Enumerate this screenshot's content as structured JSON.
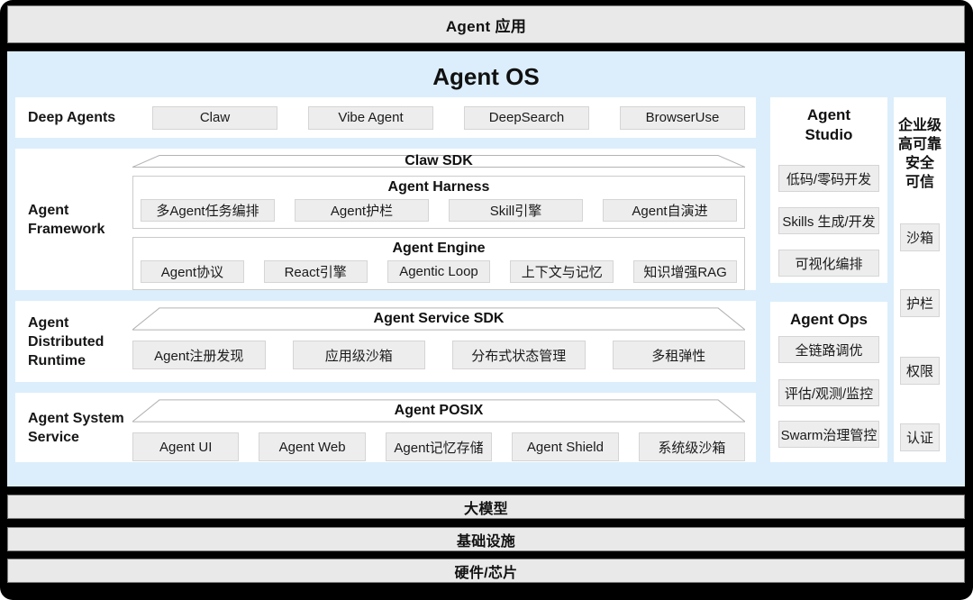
{
  "colors": {
    "canvas_bg": "#000000",
    "band_bg": "#e9e9e9",
    "os_box_bg": "#dceefb",
    "panel_bg": "#ffffff",
    "chip_bg": "#ededed",
    "chip_border": "#d5d5d5",
    "subbox_border": "#cbcbcb",
    "text": "#111111"
  },
  "top_band": {
    "label": "Agent 应用"
  },
  "os": {
    "title": "Agent OS",
    "deep_agents": {
      "label": "Deep Agents",
      "items": [
        "Claw",
        "Vibe Agent",
        "DeepSearch",
        "BrowserUse"
      ]
    },
    "framework": {
      "label": "Agent Framework",
      "sdk": "Claw SDK",
      "harness": {
        "title": "Agent Harness",
        "items": [
          "多Agent任务编排",
          "Agent护栏",
          "Skill引擎",
          "Agent自演进"
        ]
      },
      "engine": {
        "title": "Agent Engine",
        "items": [
          "Agent协议",
          "React引擎",
          "Agentic Loop",
          "上下文与记忆",
          "知识增强RAG"
        ]
      }
    },
    "runtime": {
      "label": "Agent Distributed Runtime",
      "sdk": "Agent Service SDK",
      "items": [
        "Agent注册发现",
        "应用级沙箱",
        "分布式状态管理",
        "多租弹性"
      ]
    },
    "system": {
      "label": "Agent System Service",
      "sdk": "Agent POSIX",
      "items": [
        "Agent UI",
        "Agent Web",
        "Agent记忆存储",
        "Agent Shield",
        "系统级沙箱"
      ]
    },
    "studio": {
      "title_lines": [
        "Agent",
        "Studio"
      ],
      "items": [
        "低码/零码开发",
        "Skills 生成/开发",
        "可视化编排"
      ]
    },
    "ops": {
      "title": "Agent Ops",
      "items": [
        "全链路调优",
        "评估/观测/监控",
        "Swarm治理管控"
      ]
    },
    "security": {
      "title_lines": [
        "企业级",
        "高可靠",
        "安全",
        "可信"
      ],
      "items": [
        "沙箱",
        "护栏",
        "权限",
        "认证"
      ]
    }
  },
  "bottom_bands": [
    "大模型",
    "基础设施",
    "硬件/芯片"
  ]
}
